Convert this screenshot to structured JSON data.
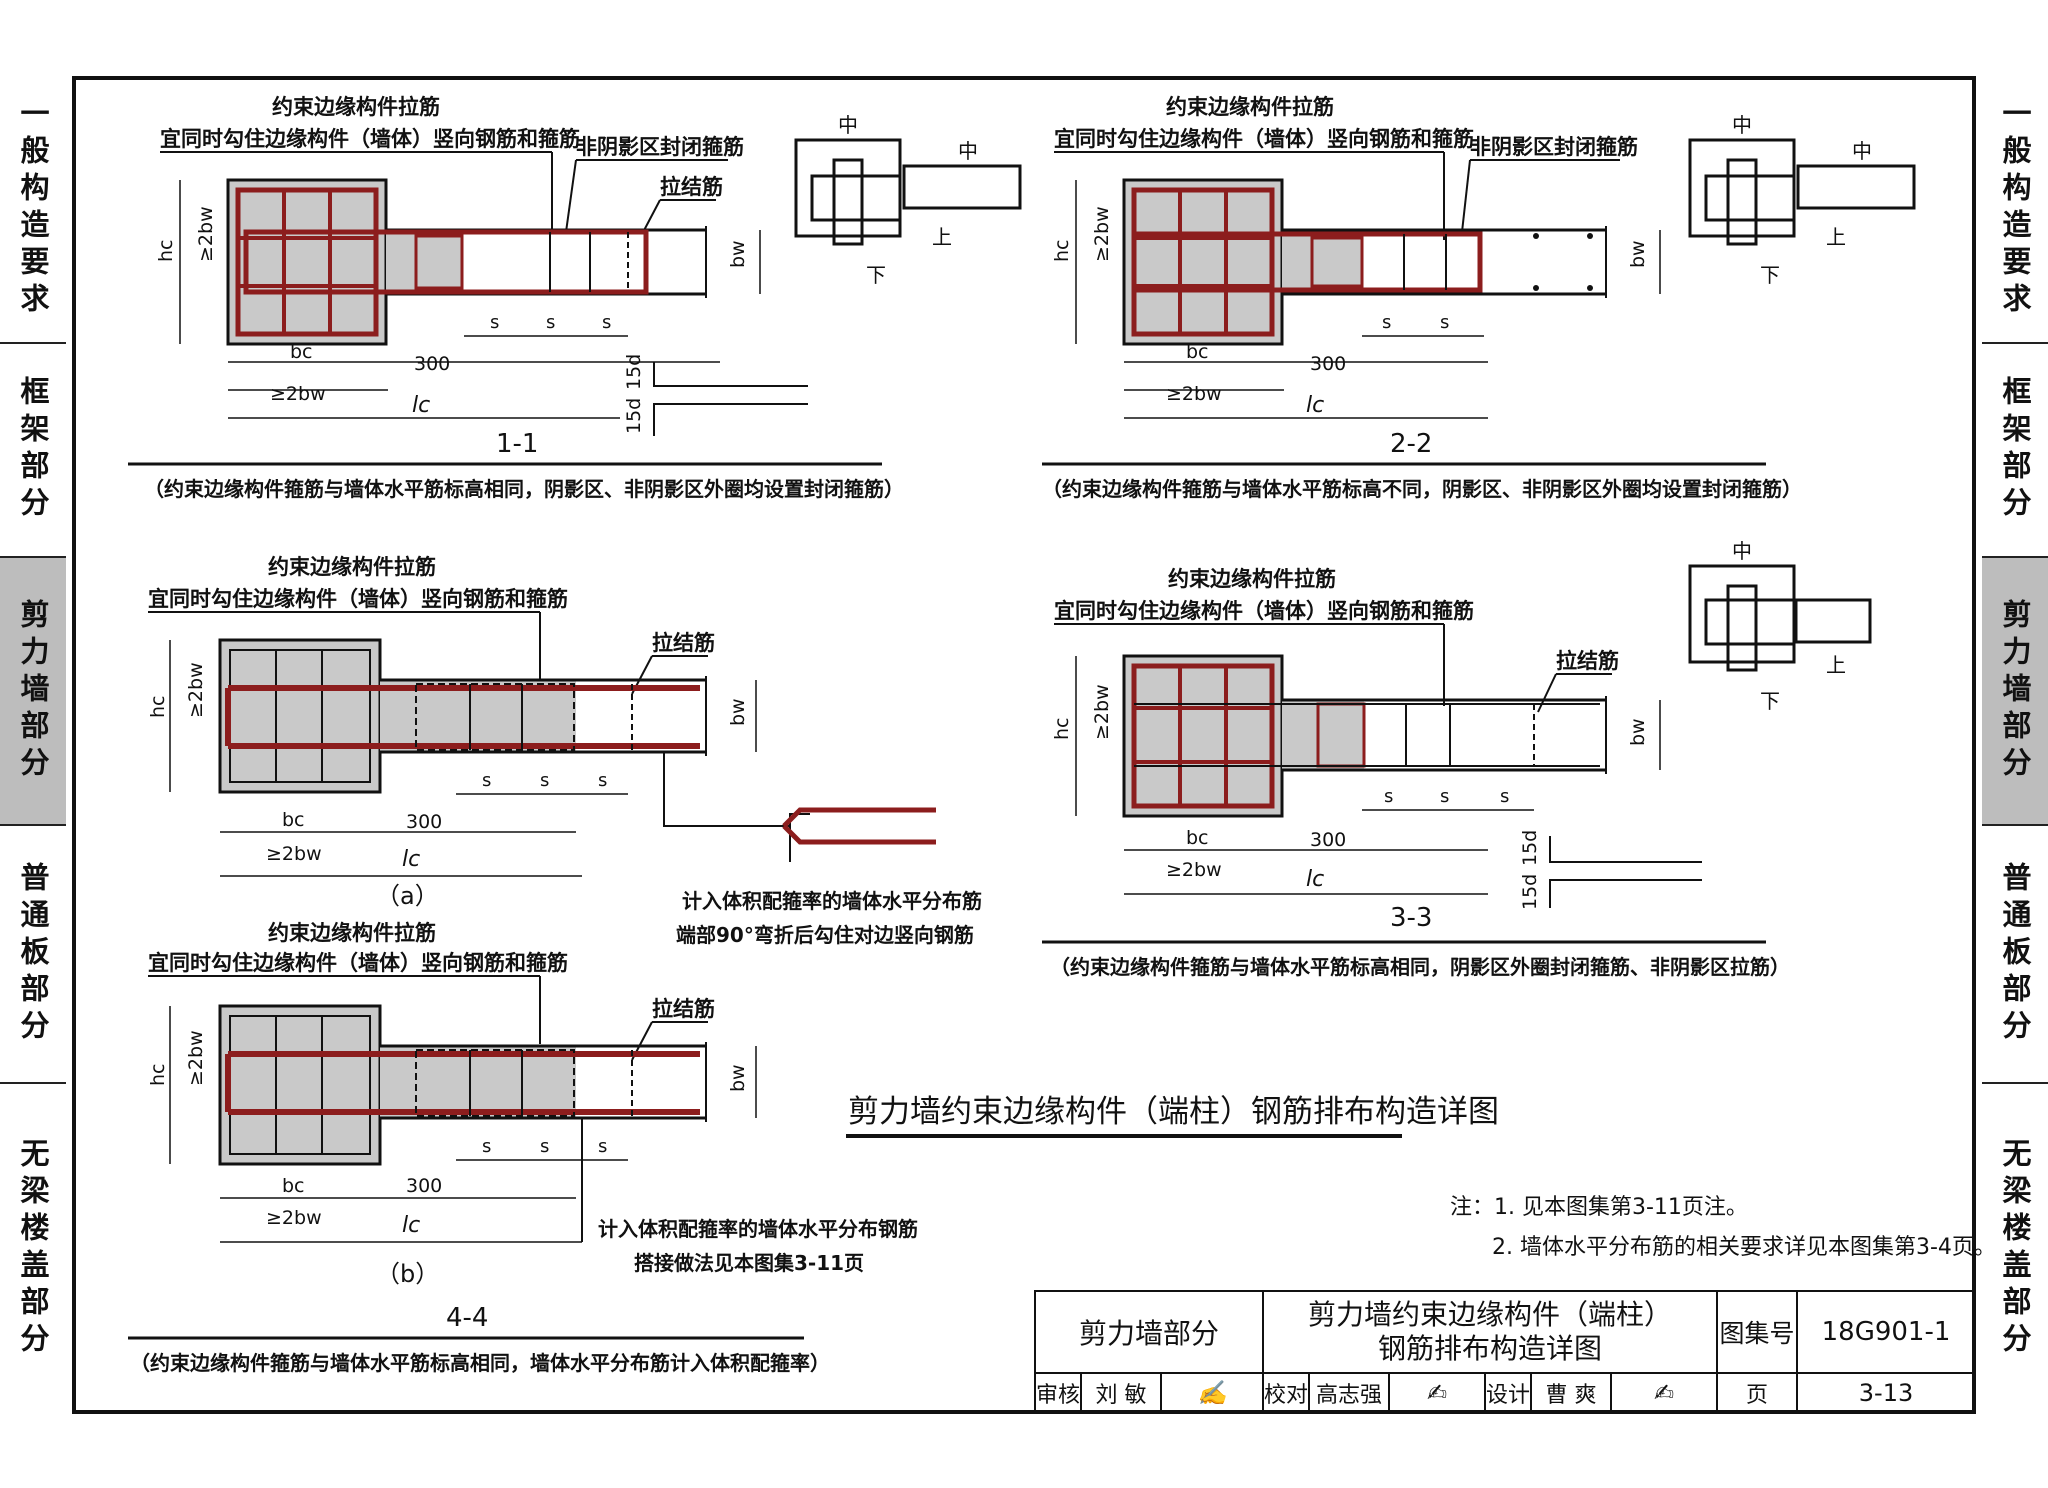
{
  "side_tabs": {
    "left": [
      {
        "label": "一般构造要求",
        "active": false
      },
      {
        "label": "框架部分",
        "active": false
      },
      {
        "label": "剪力墙部分",
        "active": true
      },
      {
        "label": "普通板部分",
        "active": false
      },
      {
        "label": "无梁楼盖部分",
        "active": false
      }
    ],
    "right": [
      {
        "label": "一般构造要求",
        "active": false
      },
      {
        "label": "框架部分",
        "active": false
      },
      {
        "label": "剪力墙部分",
        "active": true
      },
      {
        "label": "普通板部分",
        "active": false
      },
      {
        "label": "无梁楼盖部分",
        "active": false
      }
    ]
  },
  "labels": {
    "tie_title": "约束边缘构件拉筋",
    "tie_sub": "宜同时勾住边缘构件（墙体）竖向钢筋和箍筋",
    "nonshadow_stirrup": "非阴影区封闭箍筋",
    "tie_bar": "拉结筋",
    "hc": "hc",
    "ge2bw": "≥2bw",
    "bw": "bw",
    "bc": "bc",
    "d300": "300",
    "lc": "lc",
    "s": "s",
    "d15": "15d",
    "zhong": "中",
    "shang": "上",
    "xia": "下"
  },
  "sections": {
    "s1": {
      "label": "1-1",
      "caption": "（约束边缘构件箍筋与墙体水平筋标高相同，阴影区、非阴影区外圈均设置封闭箍筋）"
    },
    "s2": {
      "label": "2-2",
      "caption": "（约束边缘构件箍筋与墙体水平筋标高不同，阴影区、非阴影区外圈均设置封闭箍筋）"
    },
    "s3": {
      "label": "3-3",
      "caption": "（约束边缘构件箍筋与墙体水平筋标高相同，阴影区外圈封闭箍筋、非阴影区拉筋）"
    },
    "s4": {
      "label": "4-4",
      "caption": "（约束边缘构件箍筋与墙体水平筋标高相同，墙体水平分布筋计入体积配箍率）",
      "sub_a": "（a）",
      "sub_b": "（b）"
    }
  },
  "notes_a": {
    "line1": "计入体积配箍率的墙体水平分布筋",
    "line2": "端部90°弯折后勾住对边竖向钢筋"
  },
  "notes_b": {
    "line1": "计入体积配箍率的墙体水平分布钢筋",
    "line2": "搭接做法见本图集3-11页"
  },
  "main_title": "剪力墙约束边缘构件（端柱）钢筋排布构造详图",
  "notes": {
    "line1": "注：1. 见本图集第3-11页注。",
    "line2": "2. 墙体水平分布筋的相关要求详见本图集第3-4页。"
  },
  "title_block": {
    "section": "剪力墙部分",
    "drawing_title_1": "剪力墙约束边缘构件（端柱）",
    "drawing_title_2": "钢筋排布构造详图",
    "atlas_no_label": "图集号",
    "atlas_no": "18G901-1",
    "review_label": "审核",
    "reviewer": "刘 敏",
    "check_label": "校对",
    "checker": "高志强",
    "design_label": "设计",
    "designer": "曹 爽",
    "page_label": "页",
    "page": "3-13"
  },
  "colors": {
    "rebar": "#8c1d1d",
    "shade": "#c9c9c9",
    "line": "#111111",
    "active_tab": "#bdbdbd"
  }
}
